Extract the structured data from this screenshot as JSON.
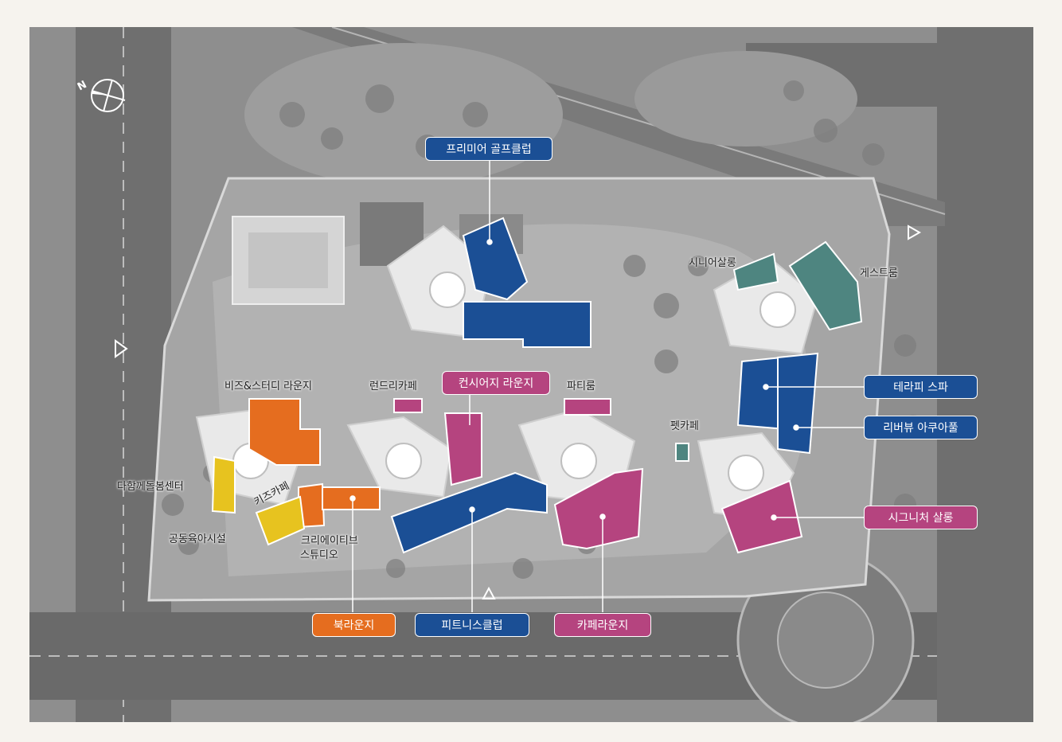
{
  "map": {
    "compass_letter": "N",
    "callouts": [
      {
        "id": "premier-golf",
        "text": "프리미어 골프클럽",
        "color": "blue"
      },
      {
        "id": "concierge",
        "text": "컨시어지 라운지",
        "color": "pink"
      },
      {
        "id": "therapy-spa",
        "text": "테라피 스파",
        "color": "blue"
      },
      {
        "id": "riverview-aqua",
        "text": "리버뷰 아쿠아풀",
        "color": "blue"
      },
      {
        "id": "signature-salon",
        "text": "시그니처 살롱",
        "color": "pink"
      },
      {
        "id": "book-lounge",
        "text": "북라운지",
        "color": "orange"
      },
      {
        "id": "fitness",
        "text": "피트니스클럽",
        "color": "blue"
      },
      {
        "id": "cafe-lounge",
        "text": "카페라운지",
        "color": "pink"
      }
    ],
    "labels": {
      "senior_salon": "시니어살롱",
      "guest_room": "게스트룸",
      "biz_study": "비즈&스터디 라운지",
      "laundry_cafe": "런드리카페",
      "party_room": "파티룸",
      "pet_cafe": "펫카페",
      "care_center": "다함께돌봄센터",
      "kids_cafe": "키즈카페",
      "childcare": "공동육아시설",
      "creative_studio_1": "크리에이티브",
      "creative_studio_2": "스튜디오"
    },
    "colors": {
      "blue": "#1b4f95",
      "pink": "#b5447f",
      "orange": "#e56d1f",
      "yellow": "#e7c31f",
      "teal": "#4e8580"
    }
  }
}
